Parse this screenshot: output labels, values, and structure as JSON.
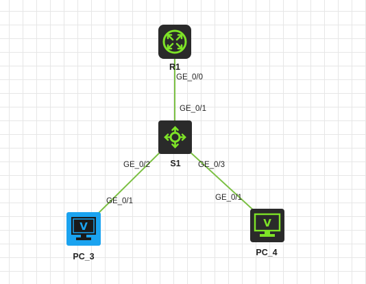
{
  "colors": {
    "link": "#7bc043",
    "device_dark": "#2a2a2a",
    "device_accent": "#7ee327",
    "pc_selected": "#1aa3f0",
    "pc_screen_selected": "#1a1a1a"
  },
  "nodes": {
    "r1": {
      "label": "R1",
      "type": "router",
      "icon": "router-icon"
    },
    "s1": {
      "label": "S1",
      "type": "switch",
      "icon": "switch-icon"
    },
    "pc3": {
      "label": "PC_3",
      "type": "pc",
      "icon": "monitor-icon",
      "selected": true
    },
    "pc4": {
      "label": "PC_4",
      "type": "pc",
      "icon": "monitor-icon",
      "selected": false
    }
  },
  "links": {
    "r1_s1": {
      "a_port": "GE_0/0",
      "b_port": "GE_0/1"
    },
    "s1_pc3": {
      "a_port": "GE_0/2",
      "b_port": "GE_0/1"
    },
    "s1_pc4": {
      "a_port": "GE_0/3",
      "b_port": "GE_0/1"
    }
  }
}
